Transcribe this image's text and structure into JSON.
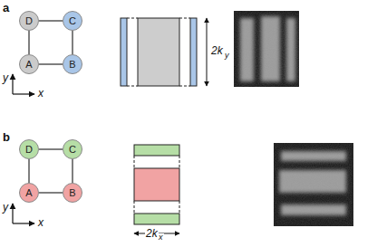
{
  "diagram": {
    "nodes": [
      {
        "text": [
          "D"
        ]
      },
      {
        "text": [
          "C"
        ]
      },
      {
        "text": [
          "A"
        ]
      },
      {
        "text": [
          "B"
        ]
      },
      {
        "text": [
          "D"
        ]
      },
      {
        "text": [
          "C"
        ]
      },
      {
        "text": [
          "A"
        ]
      },
      {
        "text": [
          "B"
        ]
      }
    ],
    "edges": [
      {
        "from": 0,
        "to": 1,
        "arrow": "none"
      },
      {
        "from": 1,
        "to": 3,
        "arrow": "none"
      },
      {
        "from": 3,
        "to": 2,
        "arrow": "none"
      },
      {
        "from": 2,
        "to": 0,
        "arrow": "none"
      },
      {
        "from": 4,
        "to": 5,
        "arrow": "none"
      },
      {
        "from": 5,
        "to": 7,
        "arrow": "none"
      },
      {
        "from": 7,
        "to": 6,
        "arrow": "none"
      },
      {
        "from": 6,
        "to": 4,
        "arrow": "none"
      }
    ],
    "labels": [
      "a",
      "y",
      "x",
      "2k",
      "y",
      "b",
      "y",
      "x",
      "2k",
      "x"
    ]
  }
}
